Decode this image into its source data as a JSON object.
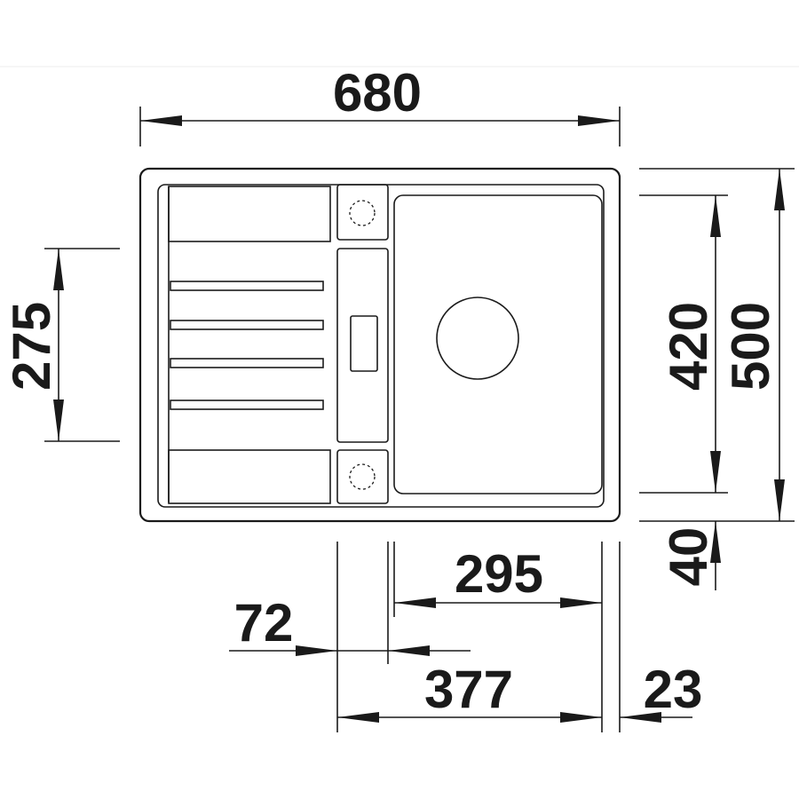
{
  "dimensions": {
    "total_width": "680",
    "total_depth": "500",
    "bowl_depth": "420",
    "rim_offset": "40",
    "drainer_height": "275",
    "bowl_width": "295",
    "overflow_width": "72",
    "bowl_section_width": "377",
    "rim_right": "23"
  }
}
